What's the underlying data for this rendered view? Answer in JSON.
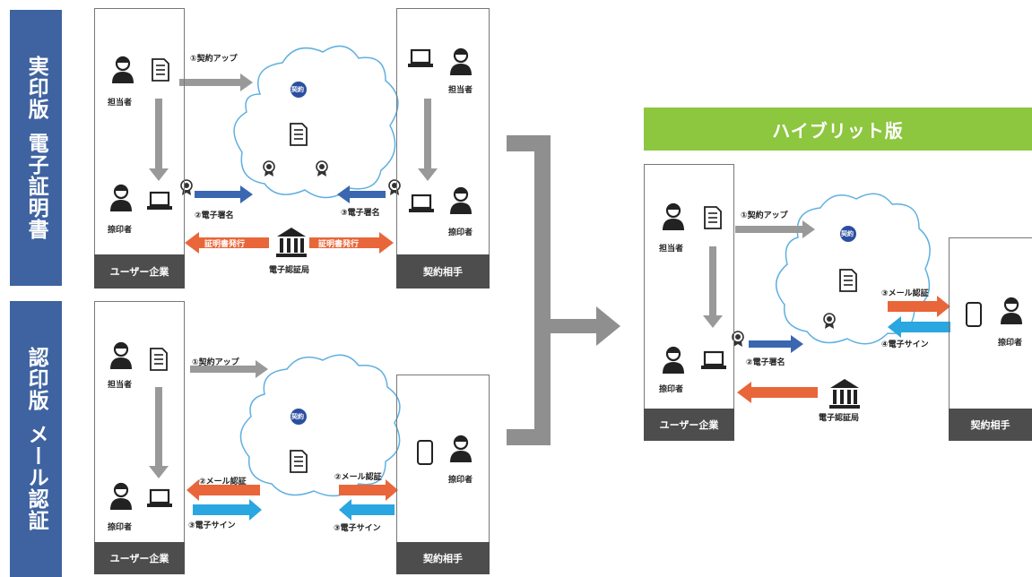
{
  "labels": {
    "section_top_line1": "実印版",
    "section_top_line2": "電子証明書",
    "section_bottom_line1": "認印版",
    "section_bottom_line2": "メール認証",
    "hybrid_title": "ハイブリット版"
  },
  "top": {
    "user_company": "ユーザー企業",
    "partner": "契約相手",
    "tantousha": "担当者",
    "partner_tantousha": "担当者",
    "natsuinsha": "捺印者",
    "partner_natsuinsha": "捺印者",
    "step1": "①契約アップ",
    "step2_left": "②電子署名",
    "step2_right": "③電子署名",
    "cert_left": "証明書発行",
    "cert_right": "証明書発行",
    "ca": "電子認証局",
    "badge": "契約"
  },
  "bottom": {
    "user_company": "ユーザー企業",
    "partner": "契約相手",
    "tantousha": "担当者",
    "natsuinsha": "捺印者",
    "partner_natsuinsha": "捺印者",
    "step1": "①契約アップ",
    "mail_left": "②メール認証",
    "mail_right": "②メール認証",
    "sign_left": "③電子サイン",
    "sign_right": "③電子サイン",
    "badge": "契約"
  },
  "hybrid": {
    "user_company": "ユーザー企業",
    "partner": "契約相手",
    "tantousha": "担当者",
    "natsuinsha": "捺印者",
    "partner_natsuinsha": "捺印者",
    "step1": "①契約アップ",
    "step2": "②電子署名",
    "mail": "③メール認証",
    "sign": "④電子サイン",
    "ca": "電子認証局",
    "badge": "契約"
  },
  "colors": {
    "section_blue": "#3f63a0",
    "hybrid_green": "#8dc63f",
    "arrow_gray": "#999999",
    "arrow_blue": "#3a67b0",
    "arrow_orange": "#e8663a",
    "arrow_sky": "#2aa6e0",
    "footer_dark": "#4d4d4d",
    "cloud_stroke": "#5fb0e0"
  }
}
